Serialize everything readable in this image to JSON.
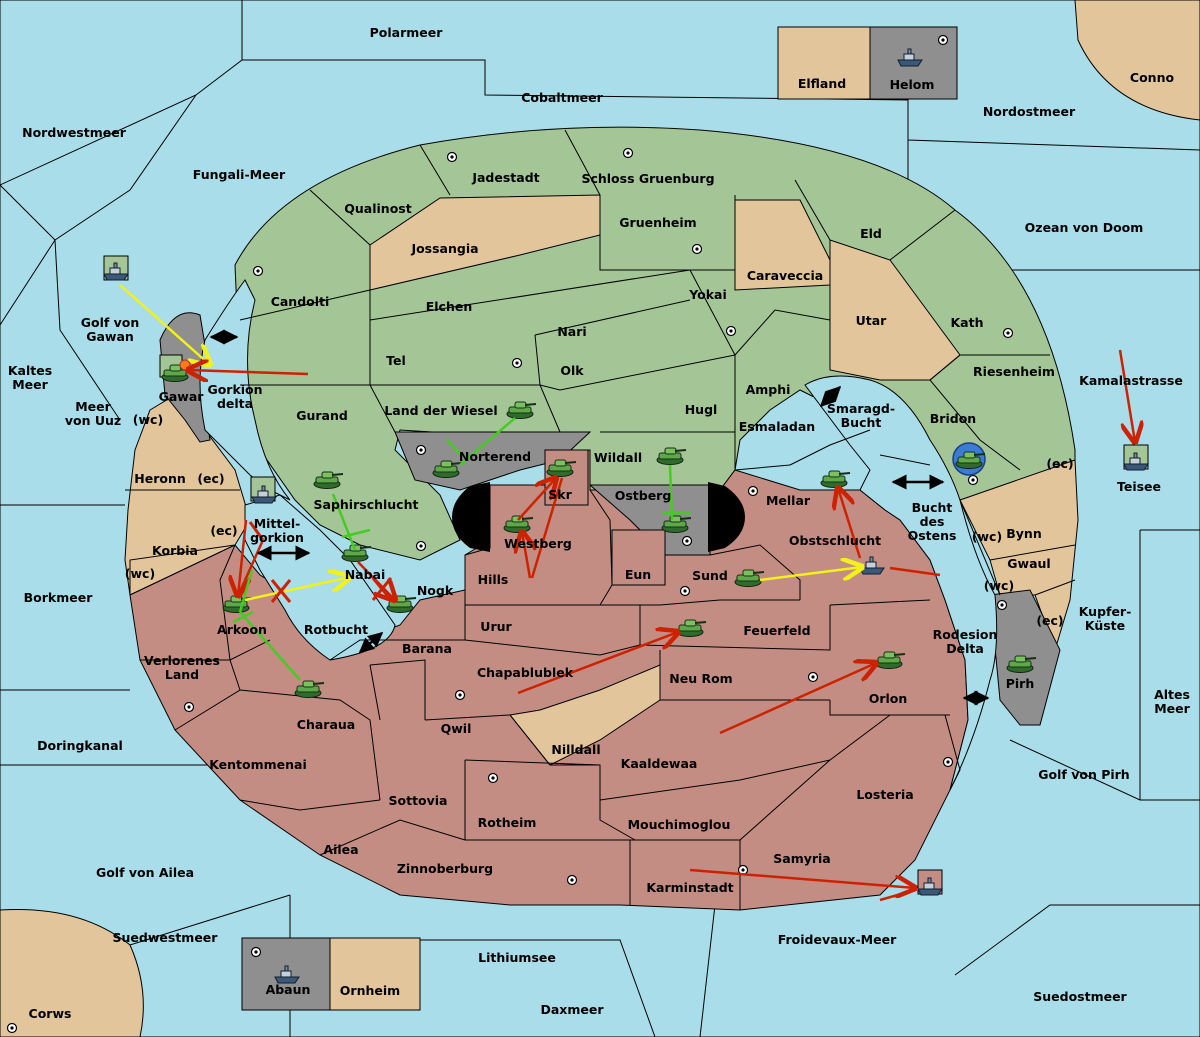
{
  "colors": {
    "sea": "#a8dde9",
    "power_green": "#a4c596",
    "power_red": "#c48d83",
    "power_gray": "#8f8f8f",
    "neutral": "#e3c59b",
    "move_red": "#cc2200",
    "move_yellow": "#f2f21a",
    "move_green": "#44cc22"
  },
  "labels": {
    "polarmeer": "Polarmeer",
    "elfland": "Elfland",
    "helom": "Helom",
    "conno": "Conno",
    "cobaltmeer": "Cobaltmeer",
    "nordostmeer": "Nordostmeer",
    "nordwestmeer": "Nordwestmeer",
    "fungali": "Fungali-Meer",
    "jadestadt": "Jadestadt",
    "schloss": "Schloss Gruenburg",
    "qualinost": "Qualinost",
    "gruenheim": "Gruenheim",
    "eld": "Eld",
    "ozean": "Ozean von Doom",
    "jossangia": "Jossangia",
    "caraveccia": "Caraveccia",
    "candolti": "Candolti",
    "elchen": "Elchen",
    "yokai": "Yokai",
    "utar": "Utar",
    "kath": "Kath",
    "golf_gawan_1": "Golf von",
    "golf_gawan_2": "Gawan",
    "nari": "Nari",
    "tel": "Tel",
    "olk": "Olk",
    "riesenheim": "Riesenheim",
    "kaltes_1": "Kaltes",
    "kaltes_2": "Meer",
    "gorkion_1": "Gorkion",
    "gorkion_2": "delta",
    "amphi": "Amphi",
    "smaragd_1": "Smaragd-",
    "smaragd_2": "Bucht",
    "kamala": "Kamalastrasse",
    "gawar": "Gawar",
    "meer_uuz_1": "Meer",
    "meer_uuz_2": "von Uuz",
    "gurand": "Gurand",
    "land_wiesel": "Land der Wiesel",
    "hugl": "Hugl",
    "bridon": "Bridon",
    "wc": "(wc)",
    "ec": "(ec)",
    "esmaladan": "Esmaladan",
    "norterend": "Norterend",
    "wildall": "Wildall",
    "heronn": "Heronn",
    "teisee": "Teisee",
    "skr": "Skr",
    "ostberg": "Ostberg",
    "mellar": "Mellar",
    "saphir": "Saphirschlucht",
    "bucht_1": "Bucht",
    "bucht_2": "des",
    "bucht_3": "Ostens",
    "mittel_1": "Mittel-",
    "mittel_2": "gorkion",
    "westberg": "Westberg",
    "obstschlucht": "Obstschlucht",
    "bynn": "Bynn",
    "korbia": "Korbia",
    "nabai": "Nabai",
    "gwaul": "Gwaul",
    "hills": "Hills",
    "eun": "Eun",
    "sund": "Sund",
    "nogk": "Nogk",
    "kupfer_1": "Kupfer-",
    "kupfer_2": "Küste",
    "borkmeer": "Borkmeer",
    "arkoon": "Arkoon",
    "rotbucht": "Rotbucht",
    "urur": "Urur",
    "feuerfeld": "Feuerfeld",
    "rodesion_1": "Rodesion",
    "rodesion_2": "Delta",
    "verlorenes_1": "Verlorenes",
    "verlorenes_2": "Land",
    "barana": "Barana",
    "chapa": "Chapablublek",
    "neurom": "Neu Rom",
    "pirh": "Pirh",
    "altes_1": "Altes",
    "altes_2": "Meer",
    "orlon": "Orlon",
    "charaua": "Charaua",
    "qwil": "Qwil",
    "doringkanal": "Doringkanal",
    "nilldall": "Nilldall",
    "kaaldewaa": "Kaaldewaa",
    "kentommenai": "Kentommenai",
    "golf_pirh": "Golf von Pirh",
    "losteria": "Losteria",
    "sottovia": "Sottovia",
    "rotheim": "Rotheim",
    "mouchi": "Mouchimoglou",
    "ailea": "Ailea",
    "samyria": "Samyria",
    "golf_ailea": "Golf von Ailea",
    "zinnoberburg": "Zinnoberburg",
    "karminstadt": "Karminstadt",
    "suedwestmeer": "Suedwestmeer",
    "froidevaux": "Froidevaux-Meer",
    "lithiumsee": "Lithiumsee",
    "abaun": "Abaun",
    "ornheim": "Ornheim",
    "suedostmeer": "Suedostmeer",
    "daxmeer": "Daxmeer",
    "corws": "Corws"
  }
}
